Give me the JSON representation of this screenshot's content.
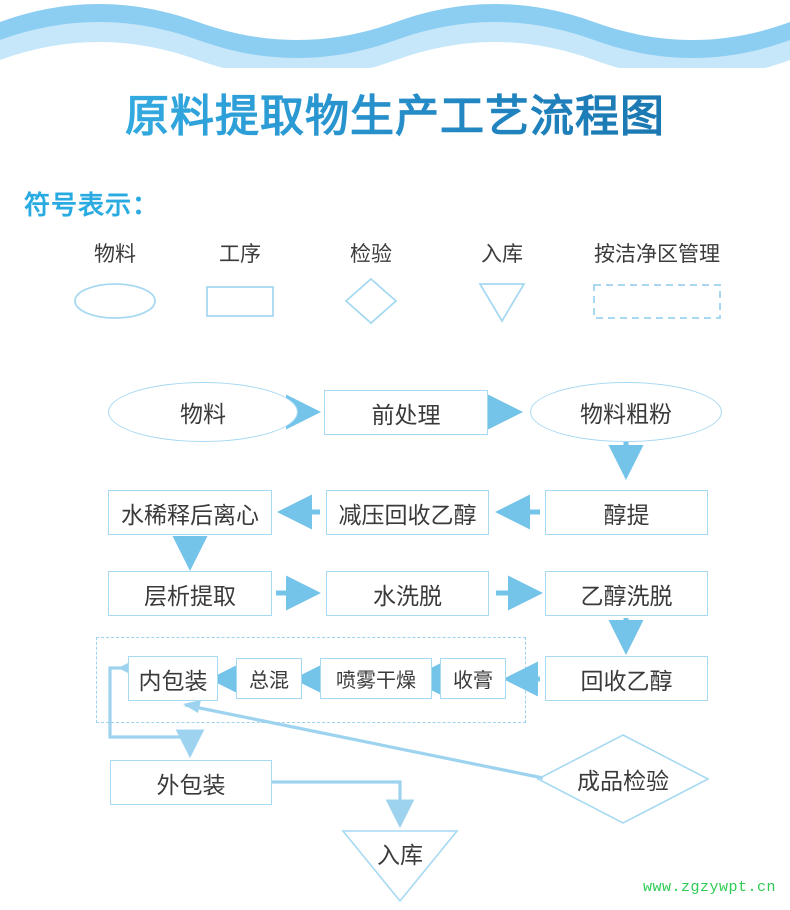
{
  "page": {
    "title": "原料提取物生产工艺流程图",
    "legend_heading": "符号表示：",
    "watermark": "www.zgzywpt.cn",
    "background": "#ffffff"
  },
  "colors": {
    "title_gradient_start": "#37B6E9",
    "title_gradient_end": "#166FA6",
    "legend_heading": "#29ABE2",
    "shape_border": "#A7D9F2",
    "dashed_border": "#9ED3F0",
    "arrow": "#74C4EA",
    "connector_line": "#A7D9F2",
    "node_text": "#3a3a3a",
    "legend_label": "#3b3b3b",
    "wave_dark": "#8CCDF2",
    "wave_light": "#C6E7FA",
    "watermark": "#2ECC53"
  },
  "legend": {
    "heading": "符号表示：",
    "items": [
      {
        "label": "物料",
        "shape": "ellipse",
        "icon": "ellipse-icon"
      },
      {
        "label": "工序",
        "shape": "rectangle",
        "icon": "rectangle-icon"
      },
      {
        "label": "检验",
        "shape": "diamond",
        "icon": "diamond-icon"
      },
      {
        "label": "入库",
        "shape": "triangle-down",
        "icon": "triangle-down-icon"
      },
      {
        "label": "按洁净区管理",
        "shape": "dashed-rectangle",
        "icon": "dashed-rectangle-icon"
      }
    ]
  },
  "flowchart": {
    "type": "process-flow-diagram",
    "clean_zone_label": "按洁净区管理",
    "nodes": [
      {
        "id": "wuliao",
        "label": "物料",
        "shape": "ellipse",
        "row": 1
      },
      {
        "id": "qianchuli",
        "label": "前处理",
        "shape": "rectangle",
        "row": 1
      },
      {
        "id": "wuliaocufen",
        "label": "物料粗粉",
        "shape": "ellipse",
        "row": 1
      },
      {
        "id": "chunti",
        "label": "醇提",
        "shape": "rectangle",
        "row": 2
      },
      {
        "id": "jianyahuishou",
        "label": "减压回收乙醇",
        "shape": "rectangle",
        "row": 2
      },
      {
        "id": "shuixishi",
        "label": "水稀释后离心",
        "shape": "rectangle",
        "row": 2
      },
      {
        "id": "cengxi",
        "label": "层析提取",
        "shape": "rectangle",
        "row": 3
      },
      {
        "id": "shuixituo",
        "label": "水洗脱",
        "shape": "rectangle",
        "row": 3
      },
      {
        "id": "yichunxituo",
        "label": "乙醇洗脱",
        "shape": "rectangle",
        "row": 3
      },
      {
        "id": "huishouyichun",
        "label": "回收乙醇",
        "shape": "rectangle",
        "row": 4
      },
      {
        "id": "shougao",
        "label": "收膏",
        "shape": "rectangle",
        "row": 4,
        "clean_zone": true
      },
      {
        "id": "penwuganzao",
        "label": "喷雾干燥",
        "shape": "rectangle",
        "row": 4,
        "clean_zone": true
      },
      {
        "id": "zonghun",
        "label": "总混",
        "shape": "rectangle",
        "row": 4,
        "clean_zone": true
      },
      {
        "id": "neibaozhuang",
        "label": "内包装",
        "shape": "rectangle",
        "row": 4,
        "clean_zone": true
      },
      {
        "id": "waibaozhuang",
        "label": "外包装",
        "shape": "rectangle",
        "row": 5
      },
      {
        "id": "chengpinjy",
        "label": "成品检验",
        "shape": "diamond",
        "row": 5
      },
      {
        "id": "ruku",
        "label": "入库",
        "shape": "triangle-down",
        "row": 6
      }
    ],
    "edges": [
      {
        "from": "wuliao",
        "to": "qianchuli",
        "direction": "right"
      },
      {
        "from": "qianchuli",
        "to": "wuliaocufen",
        "direction": "right"
      },
      {
        "from": "wuliaocufen",
        "to": "chunti",
        "direction": "down"
      },
      {
        "from": "chunti",
        "to": "jianyahuishou",
        "direction": "left"
      },
      {
        "from": "jianyahuishou",
        "to": "shuixishi",
        "direction": "left"
      },
      {
        "from": "shuixishi",
        "to": "cengxi",
        "direction": "down"
      },
      {
        "from": "cengxi",
        "to": "shuixituo",
        "direction": "right"
      },
      {
        "from": "shuixituo",
        "to": "yichunxituo",
        "direction": "right"
      },
      {
        "from": "yichunxituo",
        "to": "huishouyichun",
        "direction": "down"
      },
      {
        "from": "huishouyichun",
        "to": "shougao",
        "direction": "left"
      },
      {
        "from": "shougao",
        "to": "penwuganzao",
        "direction": "left"
      },
      {
        "from": "penwuganzao",
        "to": "zonghun",
        "direction": "left"
      },
      {
        "from": "zonghun",
        "to": "neibaozhuang",
        "direction": "left"
      },
      {
        "from": "neibaozhuang",
        "to": "waibaozhuang",
        "direction": "left-down-right"
      },
      {
        "from": "waibaozhuang",
        "to": "ruku",
        "direction": "right-down"
      },
      {
        "from": "chengpinjy",
        "to": "neibaozhuang",
        "direction": "diagonal-up-left"
      }
    ]
  }
}
